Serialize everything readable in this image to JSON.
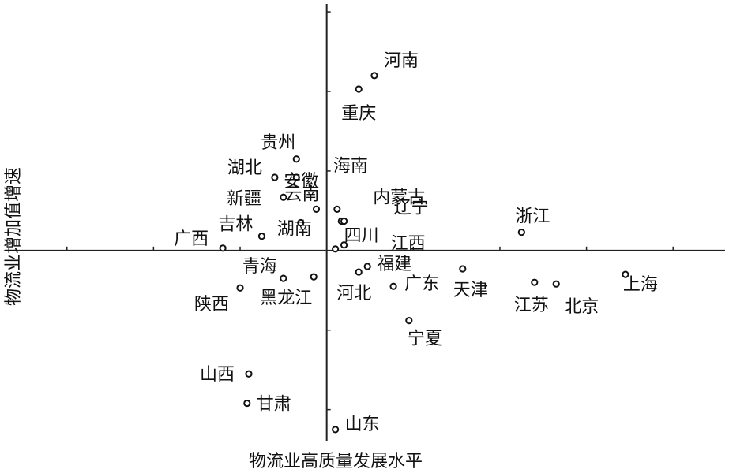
{
  "chart_data": {
    "type": "scatter",
    "title": "",
    "xlabel": "物流业高质量发展水平",
    "ylabel": "物流业增加值增速",
    "xlim": [
      -3.7,
      4.6
    ],
    "ylim": [
      -2.4,
      3.1
    ],
    "grid": false,
    "legend": "none",
    "points": [
      {
        "name": "河南",
        "x": 0.55,
        "y": 2.2
      },
      {
        "name": "重庆",
        "x": 0.37,
        "y": 2.03
      },
      {
        "name": "贵州",
        "x": -0.35,
        "y": 1.15
      },
      {
        "name": "湖北",
        "x": -0.6,
        "y": 0.92
      },
      {
        "name": "安徽",
        "x": -0.35,
        "y": 0.92
      },
      {
        "name": "海南",
        "x": 0.12,
        "y": 0.52
      },
      {
        "name": "新疆",
        "x": -0.5,
        "y": 0.67
      },
      {
        "name": "云南",
        "x": -0.12,
        "y": 0.52
      },
      {
        "name": "内蒙古",
        "x": 0.17,
        "y": 0.37
      },
      {
        "name": "辽宁",
        "x": 0.2,
        "y": 0.37
      },
      {
        "name": "吉林",
        "x": -0.75,
        "y": 0.18
      },
      {
        "name": "湖南",
        "x": -0.3,
        "y": 0.35
      },
      {
        "name": "四川",
        "x": 0.2,
        "y": 0.07
      },
      {
        "name": "江西",
        "x": 0.1,
        "y": 0.02
      },
      {
        "name": "广西",
        "x": -1.2,
        "y": 0.03
      },
      {
        "name": "浙江",
        "x": 2.25,
        "y": 0.23
      },
      {
        "name": "青海",
        "x": -0.5,
        "y": -0.35
      },
      {
        "name": "福建",
        "x": 0.47,
        "y": -0.2
      },
      {
        "name": "河北",
        "x": 0.37,
        "y": -0.27
      },
      {
        "name": "广东",
        "x": 0.77,
        "y": -0.45
      },
      {
        "name": "天津",
        "x": 1.57,
        "y": -0.23
      },
      {
        "name": "江苏",
        "x": 2.4,
        "y": -0.4
      },
      {
        "name": "北京",
        "x": 2.65,
        "y": -0.42
      },
      {
        "name": "上海",
        "x": 3.45,
        "y": -0.3
      },
      {
        "name": "陕西",
        "x": -1.0,
        "y": -0.47
      },
      {
        "name": "黑龙江",
        "x": -0.15,
        "y": -0.33
      },
      {
        "name": "宁夏",
        "x": 0.95,
        "y": -0.88
      },
      {
        "name": "山西",
        "x": -0.9,
        "y": -1.55
      },
      {
        "name": "甘肃",
        "x": -0.92,
        "y": -1.92
      },
      {
        "name": "山东",
        "x": 0.1,
        "y": -2.25
      }
    ]
  }
}
